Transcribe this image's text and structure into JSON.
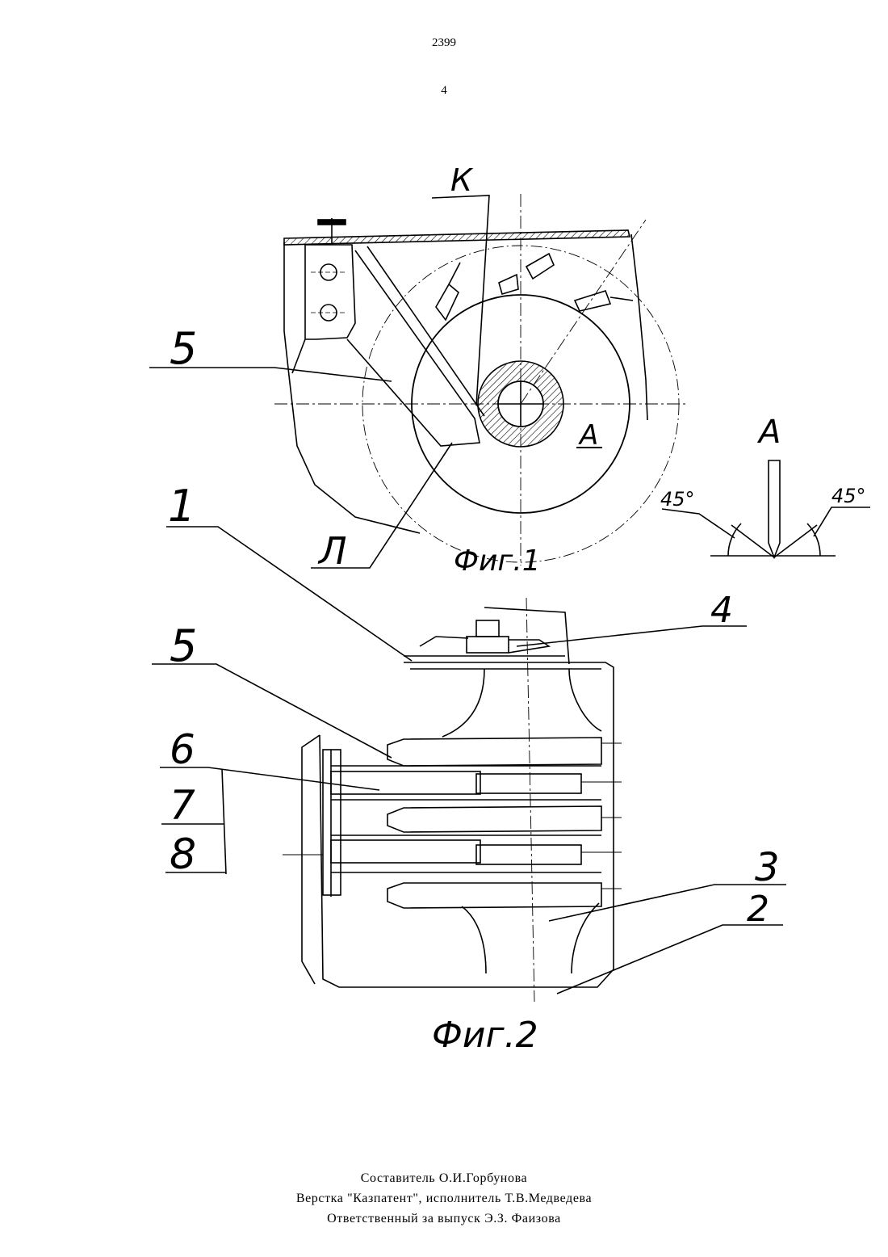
{
  "header": {
    "page_number": "2399",
    "sheet_number": "4"
  },
  "drawing": {
    "figure_labels": [
      "Фиг.1",
      "Фиг.2"
    ],
    "fig1_callouts": {
      "k": "К",
      "five": "5",
      "one": "1",
      "l": "Л",
      "a_section": "А"
    },
    "view_a": {
      "label": "А",
      "angle_left": "45°",
      "angle_right": "45°"
    },
    "fig2_callouts": {
      "four": "4",
      "five": "5",
      "six": "6",
      "seven": "7",
      "eight": "8",
      "three": "3",
      "two": "2"
    }
  },
  "footer": {
    "compiler": "Составитель    О.И.Горбунова",
    "layout": "Верстка \"Казпатент\",  исполнитель  Т.В.Медведева",
    "responsible": "Ответственный  за  выпуск  Э.З.  Фаизова"
  }
}
